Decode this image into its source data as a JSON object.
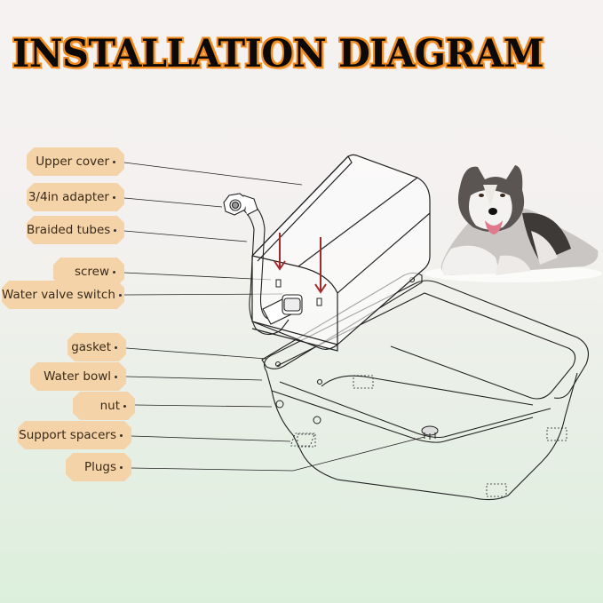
{
  "title": "INSTALLATION DIAGRAM",
  "colors": {
    "title_fill": "#0c0a08",
    "title_outline": "#f08a1c",
    "label_bg": "#f5d3a8",
    "label_text": "#3a2a18",
    "arrow": "#a52a2a",
    "line": "#222222"
  },
  "labels": [
    {
      "id": "upper-cover",
      "text": "Upper cover"
    },
    {
      "id": "adapter",
      "text": "3/4in adapter"
    },
    {
      "id": "braided-tubes",
      "text": "Braided tubes"
    },
    {
      "id": "screw",
      "text": "screw"
    },
    {
      "id": "water-valve-switch",
      "text": "Water valve switch"
    },
    {
      "id": "gasket",
      "text": "gasket"
    },
    {
      "id": "water-bowl",
      "text": "Water bowl"
    },
    {
      "id": "nut",
      "text": "nut"
    },
    {
      "id": "support-spacers",
      "text": "Support spacers"
    },
    {
      "id": "plugs",
      "text": "Plugs"
    }
  ],
  "illustration": {
    "subject": "exploded view of automatic pet water bowl",
    "photo": "husky-dog-lying"
  }
}
